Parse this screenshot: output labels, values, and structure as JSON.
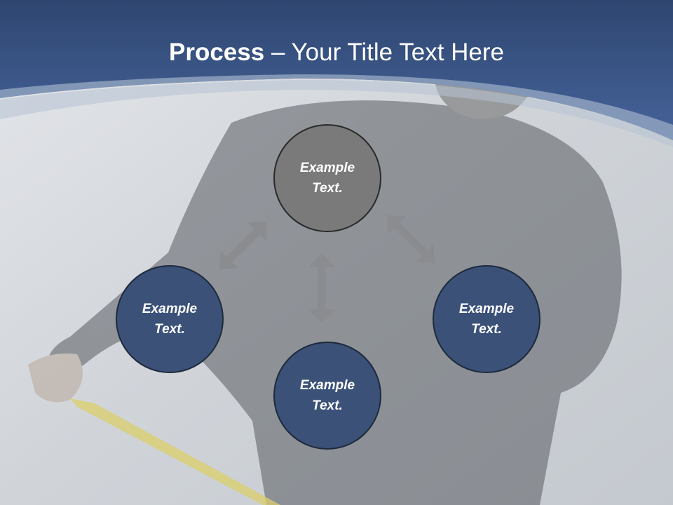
{
  "title": {
    "bold": "Process",
    "rest": " – Your Title Text Here"
  },
  "nodes": {
    "top": {
      "line1": "Example",
      "line2": "Text."
    },
    "left": {
      "line1": "Example",
      "line2": "Text."
    },
    "right": {
      "line1": "Example",
      "line2": "Text."
    },
    "bottom": {
      "line1": "Example",
      "line2": "Text."
    }
  },
  "colors": {
    "header_band": "#3d5a8a",
    "node_blue": "#3b5178",
    "node_gray": "#7a7a7b",
    "arrow": "#8a8c8f"
  },
  "icons": [
    "double-arrow-icon"
  ]
}
